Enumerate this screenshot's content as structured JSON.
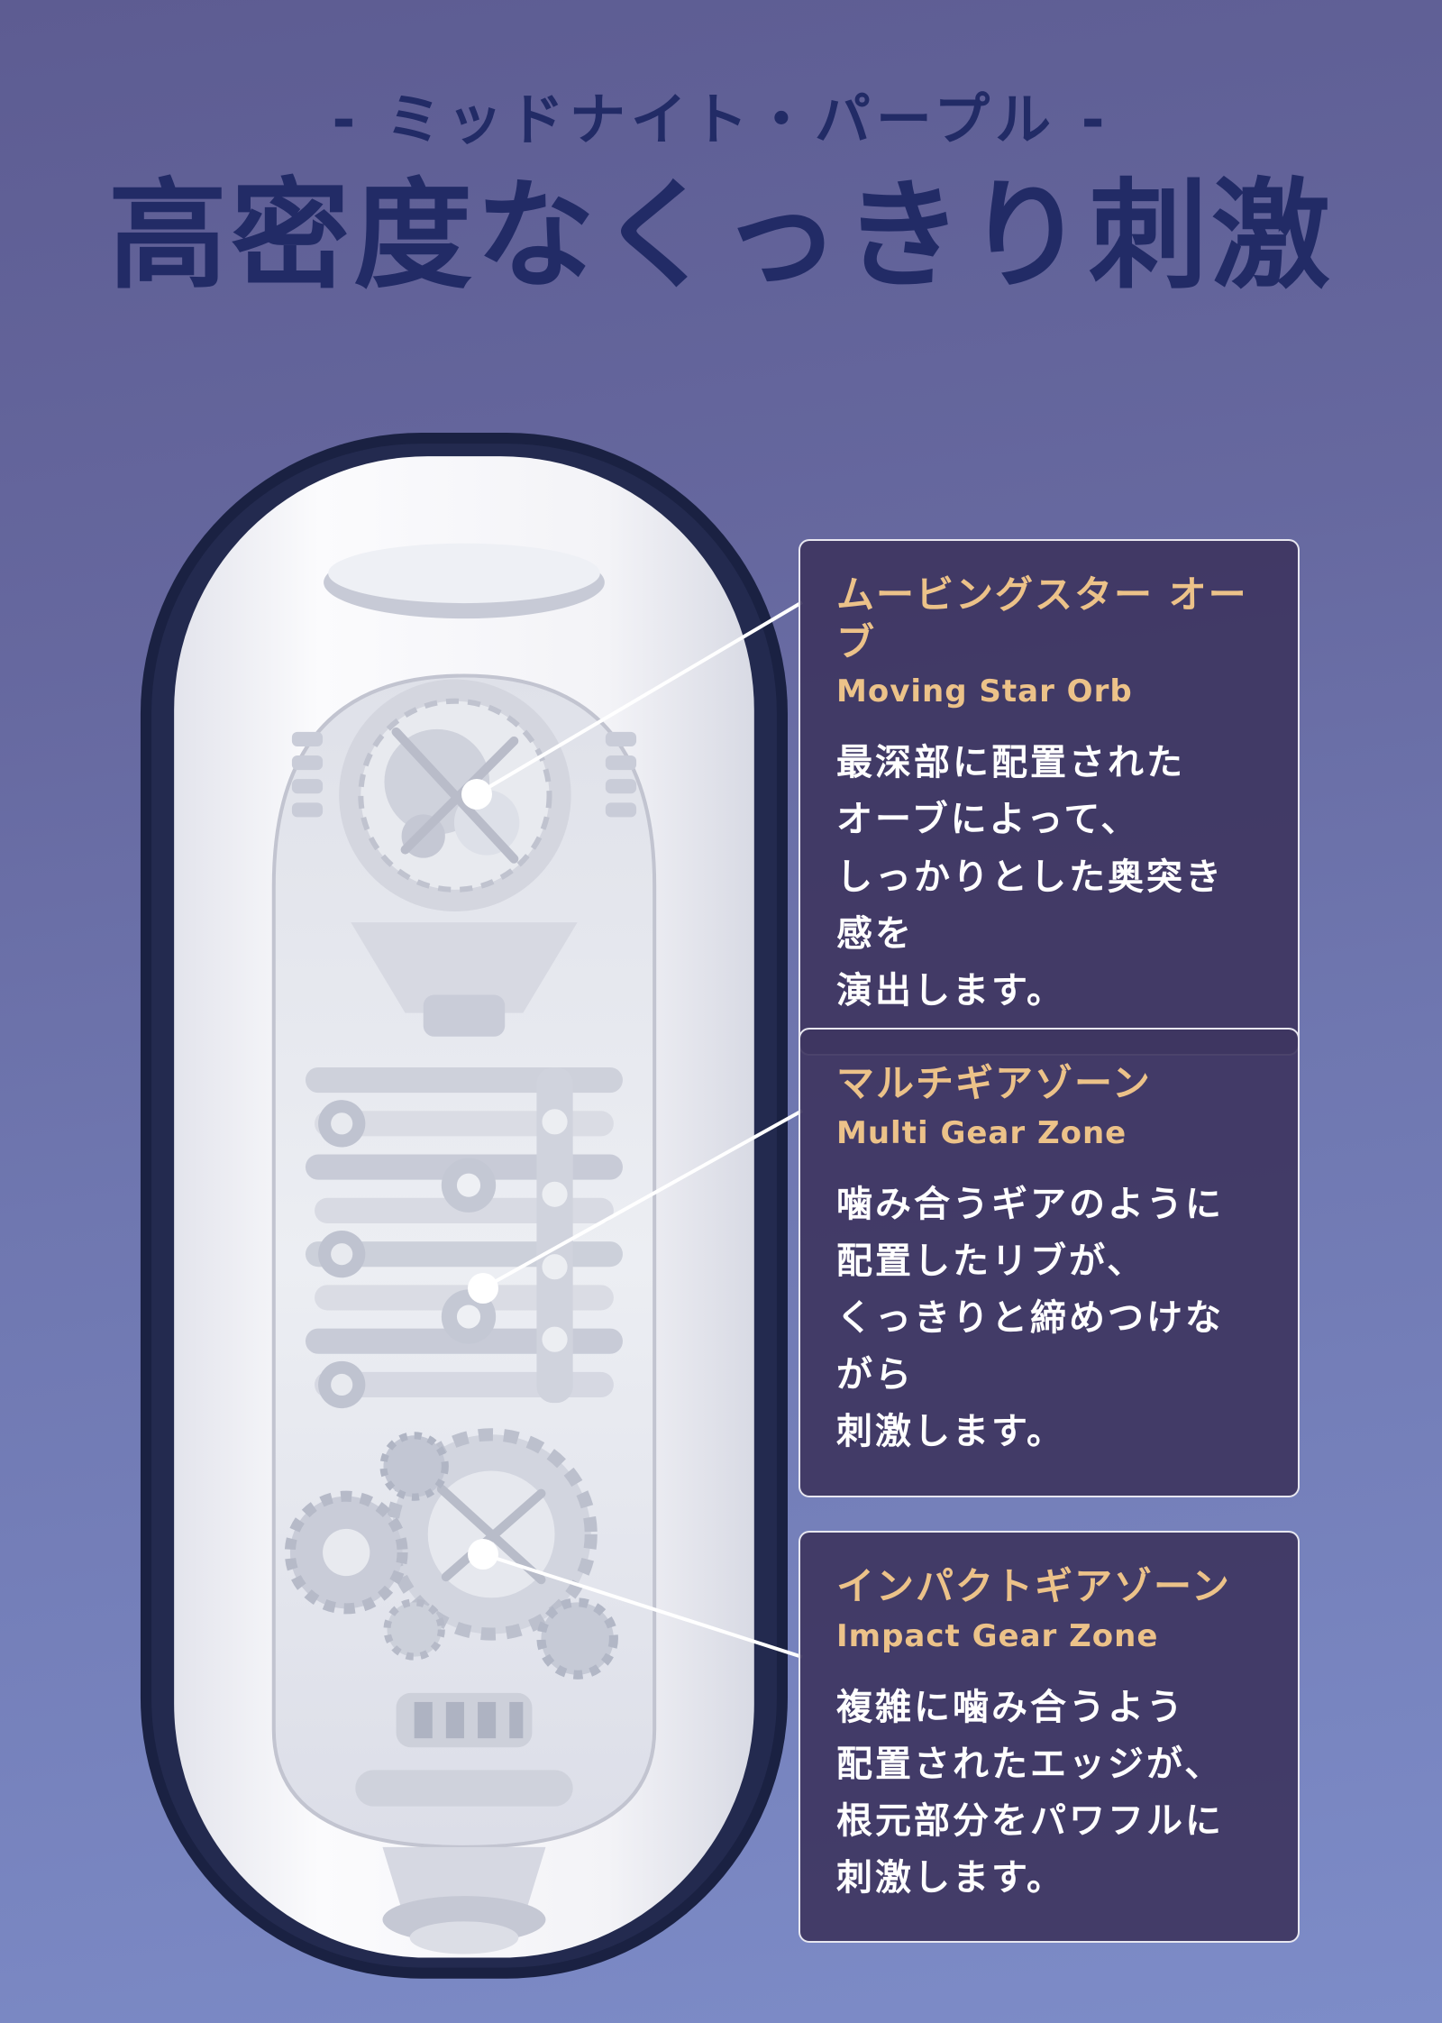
{
  "page": {
    "title_small": "- ミッドナイト・パープル -",
    "title_large": "高密度なくっきり刺激"
  },
  "colors": {
    "background_top": "#5d5c92",
    "background_bottom": "#7d8cc8",
    "heading_text": "#222b66",
    "callout_background": "#3e3661",
    "callout_border": "#f0f0f8",
    "callout_accent": "#ecc289",
    "callout_body_text": "#ffffff",
    "product_case": "#1a2142",
    "product_body": "#f6f6f9",
    "connector": "#ffffff"
  },
  "callouts": [
    {
      "title_jp": "ムービングスター オーブ",
      "title_en": "Moving Star Orb",
      "body": [
        "最深部に配置された",
        "オーブによって、",
        "しっかりとした奥突き感を",
        "演出します。"
      ]
    },
    {
      "title_jp": "マルチギアゾーン",
      "title_en": "Multi Gear Zone",
      "body": [
        "噛み合うギアのように",
        "配置したリブが、",
        "くっきりと締めつけながら",
        "刺激します。"
      ]
    },
    {
      "title_jp": "インパクトギアゾーン",
      "title_en": "Impact Gear Zone",
      "body": [
        "複雑に噛み合うよう",
        "配置されたエッジが、",
        "根元部分をパワフルに",
        "刺激します。"
      ]
    }
  ]
}
